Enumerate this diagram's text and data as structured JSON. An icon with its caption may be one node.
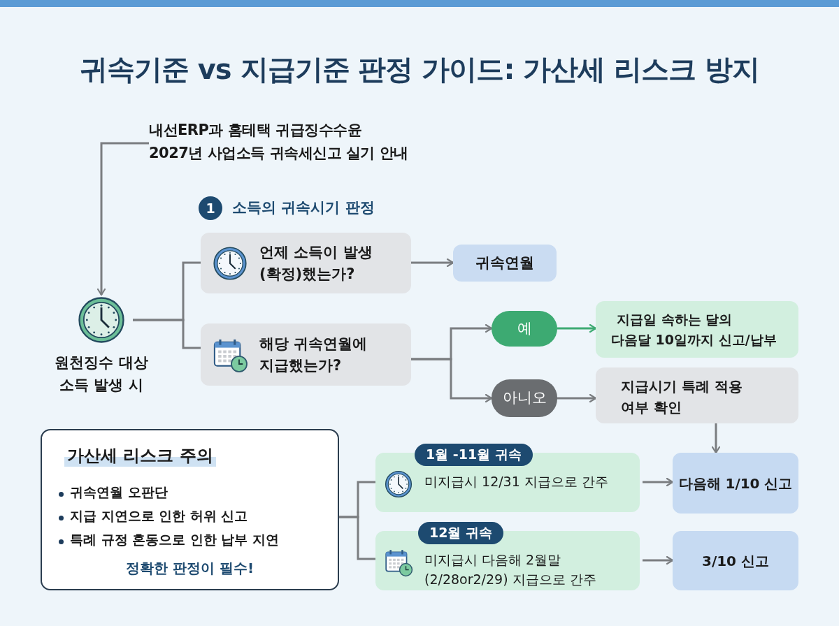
{
  "diagram": {
    "title": "귀속기준 vs 지급기준 판정 가이드: 가산세 리스크 방지",
    "nodes": [
      {
        "text": [
          "내선ERP과 홈테택 귀급징수수윤",
          "2027년 사업소득 귀속세신고 실기 안내"
        ]
      },
      {
        "text": [
          "원천징수 대상 소득 발생 시"
        ]
      },
      {
        "text": [
          "언제 소득이 발생(확정)했는가?"
        ]
      },
      {
        "text": [
          "해당 귀속연월에 지급했는가?"
        ]
      },
      {
        "text": [
          "귀속연월"
        ]
      },
      {
        "text": [
          "예"
        ]
      },
      {
        "text": [
          "아니오"
        ]
      },
      {
        "text": [
          "지급일 속하는 달의",
          "다음달 10일까지 신고/납부"
        ]
      },
      {
        "text": [
          "지급시기 특례 적용 여부 확인"
        ]
      },
      {
        "text": [
          "가산세 리스크 주의",
          "귀속연월 오판단",
          "지급 지연으로 인한 허위 신고",
          "특례 규정 혼동으로 인한 납부 지연",
          "정확한 판정이 필수!"
        ]
      },
      {
        "text": [
          "1월 -11월 귀속",
          "미지급시 12/31 지급으로 간주"
        ]
      },
      {
        "text": [
          "12월 귀속",
          "미지급시 다음해 2월말(2/28or2/29) 지급으로 간주"
        ]
      },
      {
        "text": [
          "다음해 1/10 신고"
        ]
      },
      {
        "text": [
          "3/10 신고"
        ]
      }
    ],
    "edges": [
      {
        "from": 0,
        "to": 1,
        "arrow": "to"
      },
      {
        "from": 1,
        "to": 2,
        "arrow": "none"
      },
      {
        "from": 1,
        "to": 3,
        "arrow": "none"
      },
      {
        "from": 2,
        "to": 4,
        "arrow": "to"
      },
      {
        "from": 3,
        "to": 5,
        "arrow": "to"
      },
      {
        "from": 3,
        "to": 6,
        "arrow": "to"
      },
      {
        "from": 5,
        "to": 7,
        "arrow": "to",
        "color": "#3daa72"
      },
      {
        "from": 6,
        "to": 8,
        "arrow": "to"
      },
      {
        "from": 8,
        "to": 12,
        "arrow": "to"
      },
      {
        "from": 9,
        "to": 10,
        "arrow": "none"
      },
      {
        "from": 9,
        "to": 11,
        "arrow": "none"
      },
      {
        "from": 10,
        "to": 12,
        "arrow": "to"
      },
      {
        "from": 11,
        "to": 13,
        "arrow": "to"
      }
    ],
    "labels": [
      "1",
      "소득의 귀속시기 판정"
    ]
  }
}
